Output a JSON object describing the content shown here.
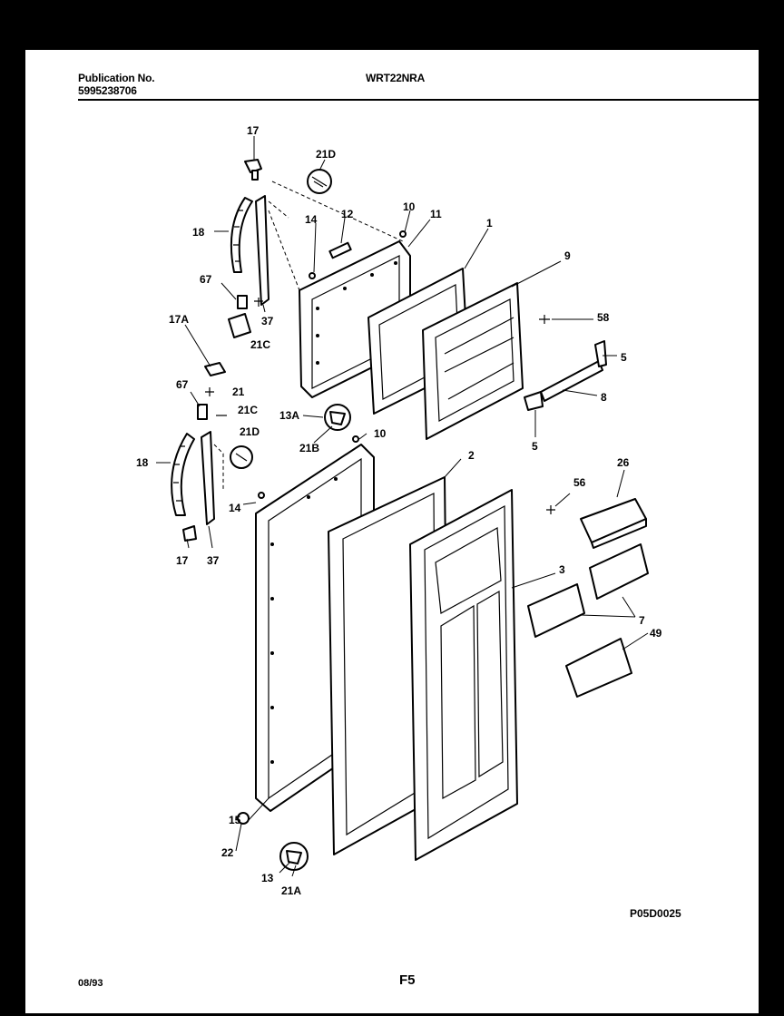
{
  "header": {
    "publication_label": "Publication No.",
    "publication_number": "5995238706",
    "model": "WRT22NRA"
  },
  "diagram_code": "P05D0025",
  "footer": {
    "date": "08/93",
    "page": "F5"
  },
  "callouts": [
    "17",
    "21D",
    "12",
    "10",
    "11",
    "1",
    "9",
    "14",
    "18",
    "67",
    "37",
    "21C",
    "17A",
    "58",
    "5",
    "8",
    "5",
    "21",
    "67",
    "21C",
    "13A",
    "21B",
    "10",
    "21D",
    "18",
    "2",
    "14",
    "17",
    "37",
    "56",
    "26",
    "3",
    "7",
    "49",
    "15",
    "22",
    "13",
    "21A"
  ]
}
